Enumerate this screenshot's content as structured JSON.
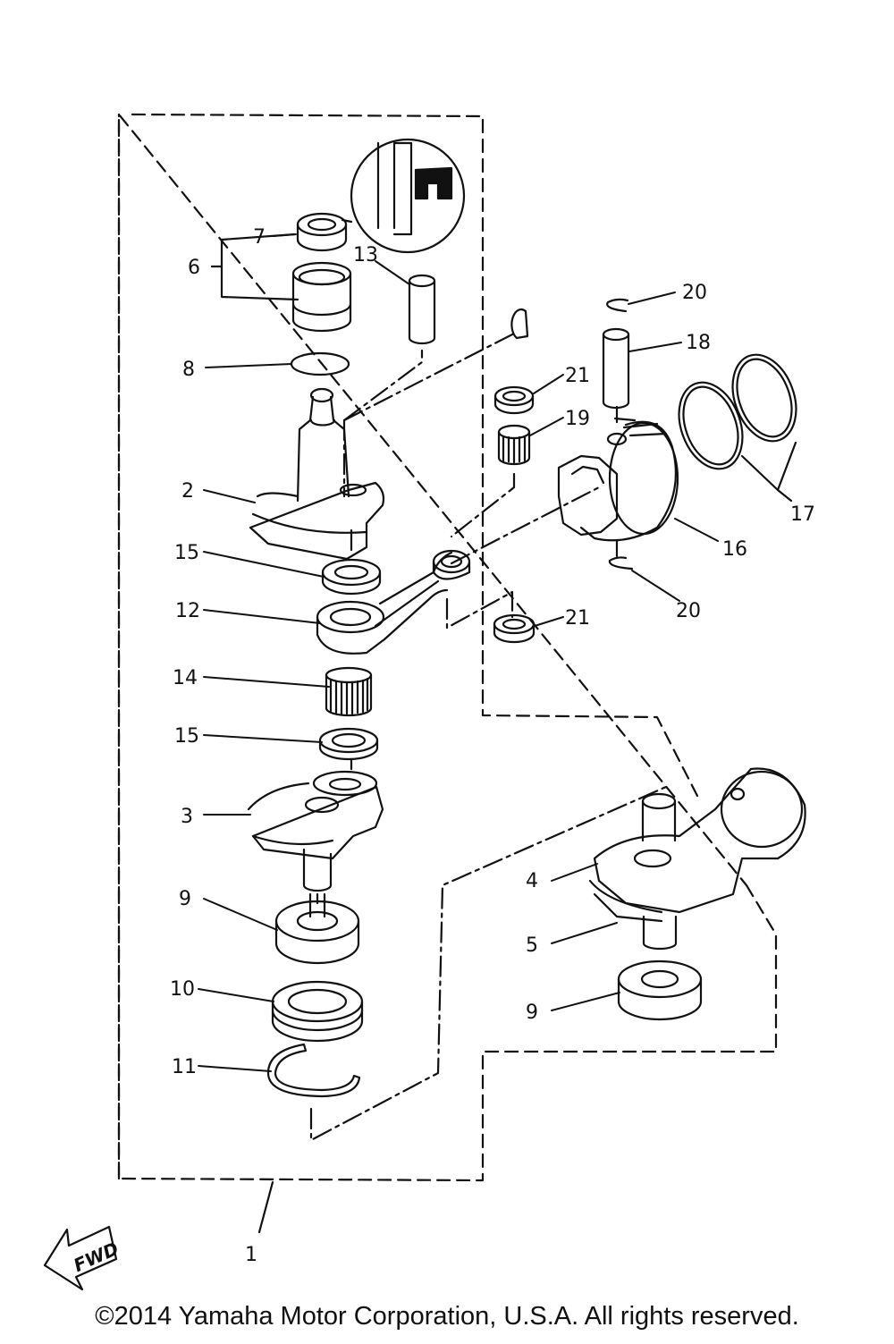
{
  "diagram": {
    "labels": {
      "l1": "1",
      "l2": "2",
      "l3": "3",
      "l4": "4",
      "l5": "5",
      "l6": "6",
      "l7": "7",
      "l8": "8",
      "l9a": "9",
      "l9b": "9",
      "l10": "10",
      "l11": "11",
      "l12": "12",
      "l13": "13",
      "l14": "14",
      "l15a": "15",
      "l15b": "15",
      "l16": "16",
      "l17": "17",
      "l18": "18",
      "l19": "19",
      "l20a": "20",
      "l20b": "20",
      "l21a": "21",
      "l21b": "21"
    },
    "fwd_label": "FWD",
    "line_color": "#111111",
    "background": "#ffffff"
  },
  "footer": {
    "copyright": "©2014 Yamaha Motor Corporation, U.S.A. All rights reserved."
  }
}
